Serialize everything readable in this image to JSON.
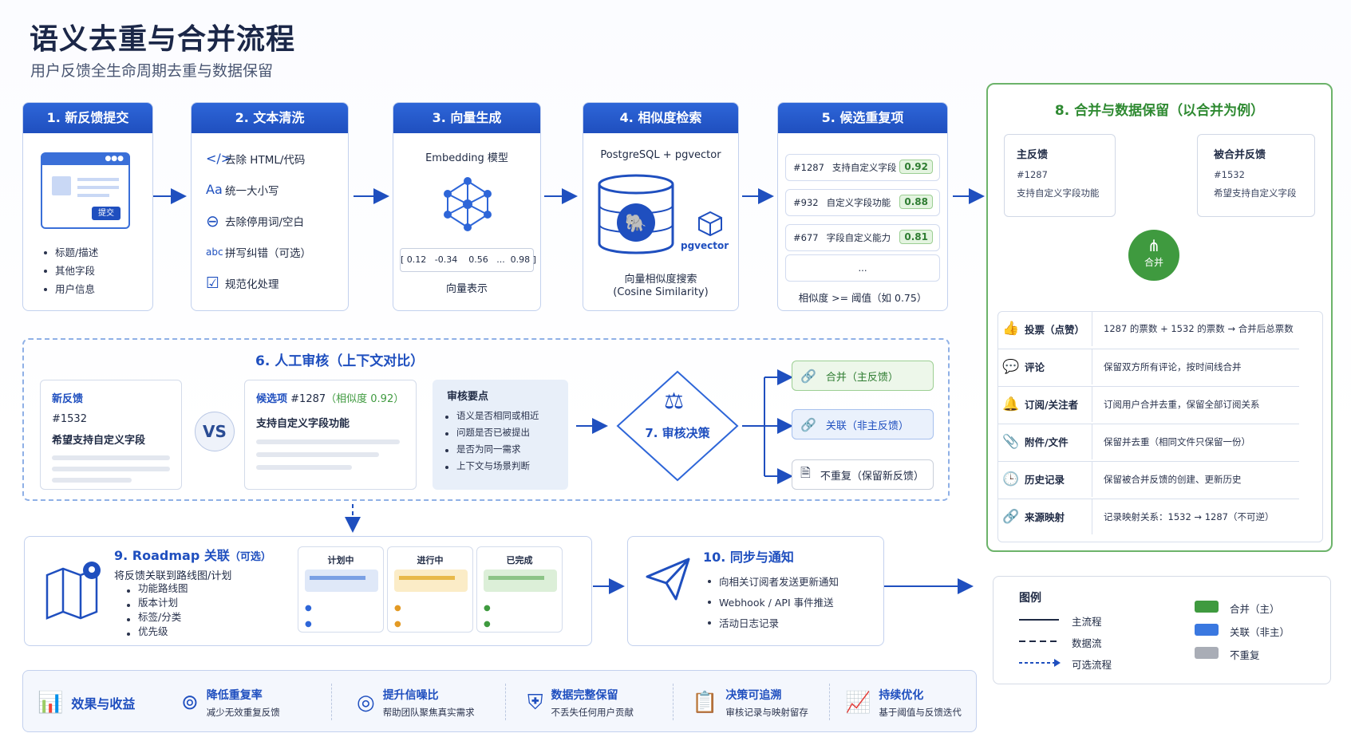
{
  "header": {
    "title": "语义去重与合并流程",
    "subtitle": "用户反馈全生命周期去重与数据保留"
  },
  "colors": {
    "primary": "#1f4fbf",
    "green": "#3f9a3f",
    "gray": "#a9adb6",
    "light_blue": "#eaf1fc"
  },
  "stage1": {
    "title": "1. 新反馈提交",
    "submit_label": "提交",
    "items": [
      "标题/描述",
      "其他字段",
      "用户信息"
    ],
    "icon": "browser-window-icon"
  },
  "stage2": {
    "title": "2. 文本清洗",
    "items": [
      {
        "icon": "code-icon",
        "glyph": "</>",
        "label": "去除 HTML/代码"
      },
      {
        "icon": "case-icon",
        "glyph": "Aa",
        "label": "统一大小写"
      },
      {
        "icon": "minus-circle-icon",
        "glyph": "⊖",
        "label": "去除停用词/空白"
      },
      {
        "icon": "spellcheck-icon",
        "glyph": "abc",
        "label": "拼写纠错（可选）"
      },
      {
        "icon": "checkbox-icon",
        "glyph": "☑",
        "label": "规范化处理"
      }
    ]
  },
  "stage3": {
    "title": "3. 向量生成",
    "model": "Embedding 模型",
    "vector": "[ 0.12   -0.34    0.56   ...  0.98 ]",
    "caption": "向量表示"
  },
  "stage4": {
    "title": "4. 相似度检索",
    "db": "PostgreSQL + pgvector",
    "ext": "pgvector",
    "caption1": "向量相似度搜索",
    "caption2": "(Cosine Similarity)"
  },
  "stage5": {
    "title": "5. 候选重复项",
    "candidates": [
      {
        "id": "#1287",
        "text": "支持自定义字段",
        "score": "0.92"
      },
      {
        "id": "#932",
        "text": "自定义字段功能",
        "score": "0.88"
      },
      {
        "id": "#677",
        "text": "字段自定义能力",
        "score": "0.81"
      }
    ],
    "more": "...",
    "caption": "相似度 >= 阈值（如 0.75）"
  },
  "stage6": {
    "title": "6. 人工审核（上下文对比）",
    "new_label": "新反馈",
    "new_id": "#1532",
    "new_text": "希望支持自定义字段",
    "vs": "VS",
    "cand_label": "候选项",
    "cand_id": "#1287",
    "cand_score": "（相似度 0.92）",
    "cand_text": "支持自定义字段功能",
    "points_title": "审核要点",
    "points": [
      "语义是否相同或相近",
      "问题是否已被提出",
      "是否为同一需求",
      "上下文与场景判断"
    ]
  },
  "stage7": {
    "title": "7. 审核决策",
    "options": [
      {
        "icon": "link-icon",
        "label": "合并（主反馈）"
      },
      {
        "icon": "link-icon",
        "label": "关联（非主反馈）"
      },
      {
        "icon": "document-icon",
        "label": "不重复（保留新反馈）"
      }
    ]
  },
  "stage8": {
    "title": "8. 合并与数据保留（以合并为例）",
    "primary_label": "主反馈",
    "primary_id": "#1287",
    "primary_text": "支持自定义字段功能",
    "merged_label": "被合并反馈",
    "merged_id": "#1532",
    "merged_text": "希望支持自定义字段",
    "merge_label": "合并",
    "rows": [
      {
        "icon": "thumbs-up-icon",
        "glyph": "👍",
        "label": "投票（点赞）",
        "desc": "1287 的票数 + 1532 的票数  →  合并后总票数"
      },
      {
        "icon": "comment-icon",
        "glyph": "💬",
        "label": "评论",
        "desc": "保留双方所有评论，按时间线合并"
      },
      {
        "icon": "bell-icon",
        "glyph": "🔔",
        "label": "订阅/关注者",
        "desc": "订阅用户合并去重，保留全部订阅关系"
      },
      {
        "icon": "paperclip-icon",
        "glyph": "📎",
        "label": "附件/文件",
        "desc": "保留并去重（相同文件只保留一份）"
      },
      {
        "icon": "clock-icon",
        "glyph": "🕒",
        "label": "历史记录",
        "desc": "保留被合并反馈的创建、更新历史"
      },
      {
        "icon": "link-icon",
        "glyph": "🔗",
        "label": "来源映射",
        "desc": "记录映射关系：1532 → 1287（不可逆）"
      }
    ]
  },
  "stage9": {
    "title": "9. Roadmap 关联",
    "optional": "（可选）",
    "desc": "将反馈关联到路线图/计划",
    "items": [
      "功能路线图",
      "版本计划",
      "标签/分类",
      "优先级"
    ],
    "columns": [
      "计划中",
      "进行中",
      "已完成"
    ]
  },
  "stage10": {
    "title": "10. 同步与通知",
    "items": [
      "向相关订阅者发送更新通知",
      "Webhook / API 事件推送",
      "活动日志记录"
    ]
  },
  "legend": {
    "title": "图例",
    "lines": [
      "主流程",
      "数据流",
      "可选流程"
    ],
    "swatches": [
      {
        "label": "合并（主）",
        "color": "#3f9a3f"
      },
      {
        "label": "关联（非主）",
        "color": "#3a78e0"
      },
      {
        "label": "不重复",
        "color": "#a9adb6"
      }
    ]
  },
  "outcomes": {
    "title": "效果与收益",
    "items": [
      {
        "icon": "chart-down-icon",
        "title": "降低重复率",
        "desc": "减少无效重复反馈"
      },
      {
        "icon": "signal-icon",
        "title": "提升信噪比",
        "desc": "帮助团队聚焦真实需求"
      },
      {
        "icon": "shield-icon",
        "title": "数据完整保留",
        "desc": "不丢失任何用户贡献"
      },
      {
        "icon": "clipboard-icon",
        "title": "决策可追溯",
        "desc": "审核记录与映射留存"
      },
      {
        "icon": "chart-up-icon",
        "title": "持续优化",
        "desc": "基于阈值与反馈迭代"
      }
    ]
  }
}
